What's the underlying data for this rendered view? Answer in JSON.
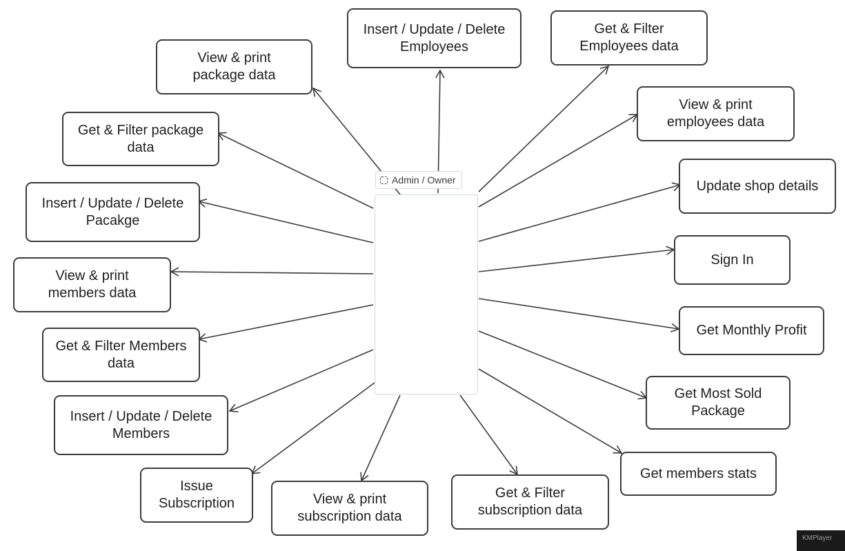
{
  "actor": {
    "label": "Admin / Owner",
    "icon": "frame-icon"
  },
  "use_cases": [
    {
      "id": "insert-update-delete-employees",
      "label": "Insert / Update / Delete\nEmployees"
    },
    {
      "id": "get-filter-employees-data",
      "label": "Get & Filter\nEmployees data"
    },
    {
      "id": "view-print-employees-data",
      "label": "View & print\nemployees data"
    },
    {
      "id": "update-shop-details",
      "label": "Update shop details"
    },
    {
      "id": "sign-in",
      "label": "Sign In"
    },
    {
      "id": "get-monthly-profit",
      "label": "Get Monthly Profit"
    },
    {
      "id": "get-most-sold-package",
      "label": "Get Most Sold\nPackage"
    },
    {
      "id": "get-members-stats",
      "label": "Get members stats"
    },
    {
      "id": "get-filter-subscription-data",
      "label": "Get & Filter\nsubscription data"
    },
    {
      "id": "view-print-subscription-data",
      "label": "View & print\nsubscription data"
    },
    {
      "id": "issue-subscription",
      "label": "Issue\nSubscription"
    },
    {
      "id": "insert-update-delete-members",
      "label": "Insert / Update / Delete\nMembers"
    },
    {
      "id": "get-filter-members-data",
      "label": "Get & Filter Members\ndata"
    },
    {
      "id": "view-print-members-data",
      "label": "View & print\nmembers data"
    },
    {
      "id": "insert-update-delete-package",
      "label": "Insert / Update / Delete\nPacakge"
    },
    {
      "id": "get-filter-package-data",
      "label": "Get & Filter package\ndata"
    },
    {
      "id": "view-print-package-data",
      "label": "View & print\npackage data"
    }
  ],
  "colors": {
    "stroke": "#3b3b3b",
    "text": "#1e1e1e",
    "frame_border": "#d2d6dc"
  },
  "watermark": {
    "text": "KMPlayer"
  }
}
